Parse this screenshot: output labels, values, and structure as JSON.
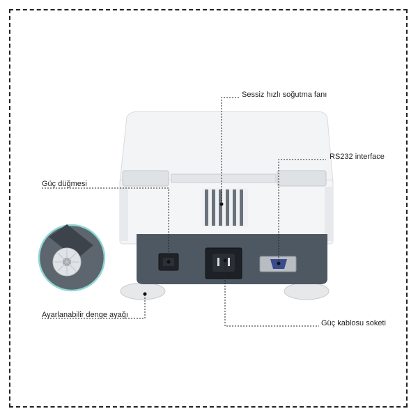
{
  "callouts": {
    "fan": "Sessiz hızlı soğutma fanı",
    "rs232": "RS232 interface",
    "power_button": "Güç düğmesi",
    "foot": "Ayarlanabilir denge ayağı",
    "power_socket": "Güç kablosu soketi"
  },
  "colors": {
    "body": "#f1f2f4",
    "panel": "#4e5863",
    "accent_ring": "#8fd8d4",
    "frame": "#222222"
  }
}
